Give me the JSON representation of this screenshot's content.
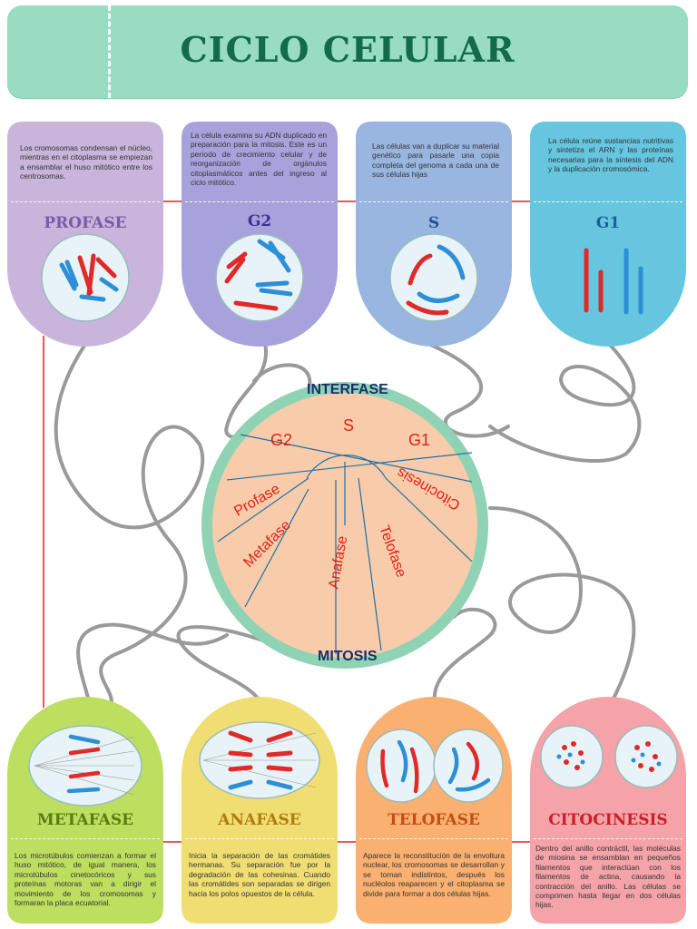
{
  "title": "CICLO CELULAR",
  "top_cards": [
    {
      "phase": "PROFASE",
      "color": "#c9b5dc",
      "title_color": "#7a5ba8",
      "desc": "Los cromosomas condensan el núcleo, mientras en el citoplasma se empiezan a ensamblar el huso mitótico entre los centrosomas."
    },
    {
      "phase": "G2",
      "color": "#a8a2dc",
      "title_color": "#3f2f97",
      "desc": "La célula examina su ADN duplicado en preparación para la mitosis. Este es un período de crecimiento celular y de reorganización de orgánulos citoplasmáticos antes del ingreso al ciclo mitótico."
    },
    {
      "phase": "S",
      "color": "#98b6e0",
      "title_color": "#2c4c9a",
      "desc": "Las células van a duplicar su material genético para pasarle una copia completa del genoma a cada una de sus células hijas"
    },
    {
      "phase": "G1",
      "color": "#66c6e0",
      "title_color": "#1d5f97",
      "desc": "La célula reúne sustancias nutritivas y sintetiza el ARN y las proteínas necesarias para la síntesis del ADN y la duplicación cromosómica."
    }
  ],
  "bottom_cards": [
    {
      "phase": "METAFASE",
      "color": "#bede60",
      "title_color": "#5a7d11",
      "desc": "Los microtúbulos comienzan a formar el huso mitótico, de igual manera, los microtúbulos cinetocóricos y sus proteínas motoras van a dirigir el movimiento de los cromosomas y formaran la placa ecuatorial."
    },
    {
      "phase": "ANAFASE",
      "color": "#f0de72",
      "title_color": "#b07c10",
      "desc": "Inicia la separación de las cromátides hermanas. Su separación fue por la degradación de las cohesinas. Cuando las cromátides son separadas se dirigen hacia los polos opuestos de la célula."
    },
    {
      "phase": "TELOFASE",
      "color": "#f9b070",
      "title_color": "#c44d16",
      "desc": "Aparece la reconstitución de la envoltura nuclear, los cromosomas se desarrollan y se tornan indistintos, después los nucléolos reaparecen y el citoplasma se divide para formar a dos células hijas."
    },
    {
      "phase": "CITOCINESIS",
      "color": "#f4a3a8",
      "title_color": "#cc1d28",
      "desc": "Dentro del anillo contráctil, las moléculas de miosina se ensamblan en pequeños filamentos que interactúan con los filamentos de actina, causando la contracción del anillo. Las células se comprimen hasta llegar en dos células hijas."
    }
  ],
  "circle": {
    "top_label": "INTERFASE",
    "bottom_label": "MITOSIS",
    "segments": [
      "S",
      "G2",
      "G1",
      "Citocinesis",
      "Profase",
      "Metafase",
      "Anafase",
      "Telofase"
    ]
  }
}
